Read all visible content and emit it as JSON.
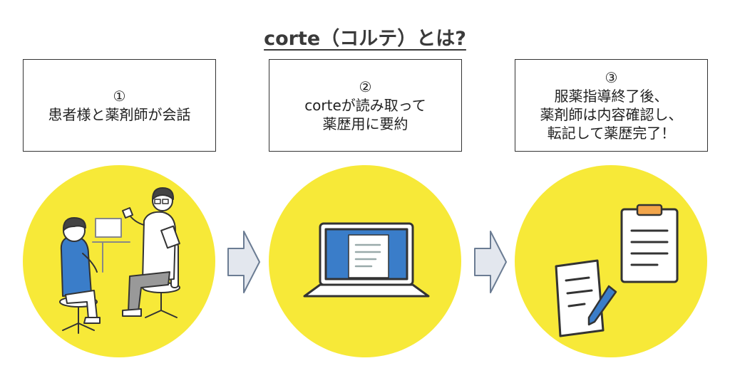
{
  "title": "corte（コルテ）とは?",
  "steps": [
    {
      "num": "①",
      "lines": [
        "患者様と薬剤師が会話"
      ]
    },
    {
      "num": "②",
      "lines": [
        "corteが読み取って",
        "薬歴用に要約"
      ]
    },
    {
      "num": "③",
      "lines": [
        "服薬指導終了後、",
        "薬剤師は内容確認し、",
        "転記して薬歴完了！"
      ]
    }
  ],
  "colors": {
    "circle": "#f7e938",
    "screen": "#3a7dc9",
    "clipboard_clip": "#f2a54a",
    "pen": "#3a7dc9",
    "patient_shirt": "#3a7dc9",
    "arrow": "#e3e7ee"
  },
  "icons": [
    "pharmacist-patient-conversation-illustration",
    "laptop-icon",
    "clipboard-icon",
    "document-with-pen-icon",
    "arrow-right-icon"
  ]
}
